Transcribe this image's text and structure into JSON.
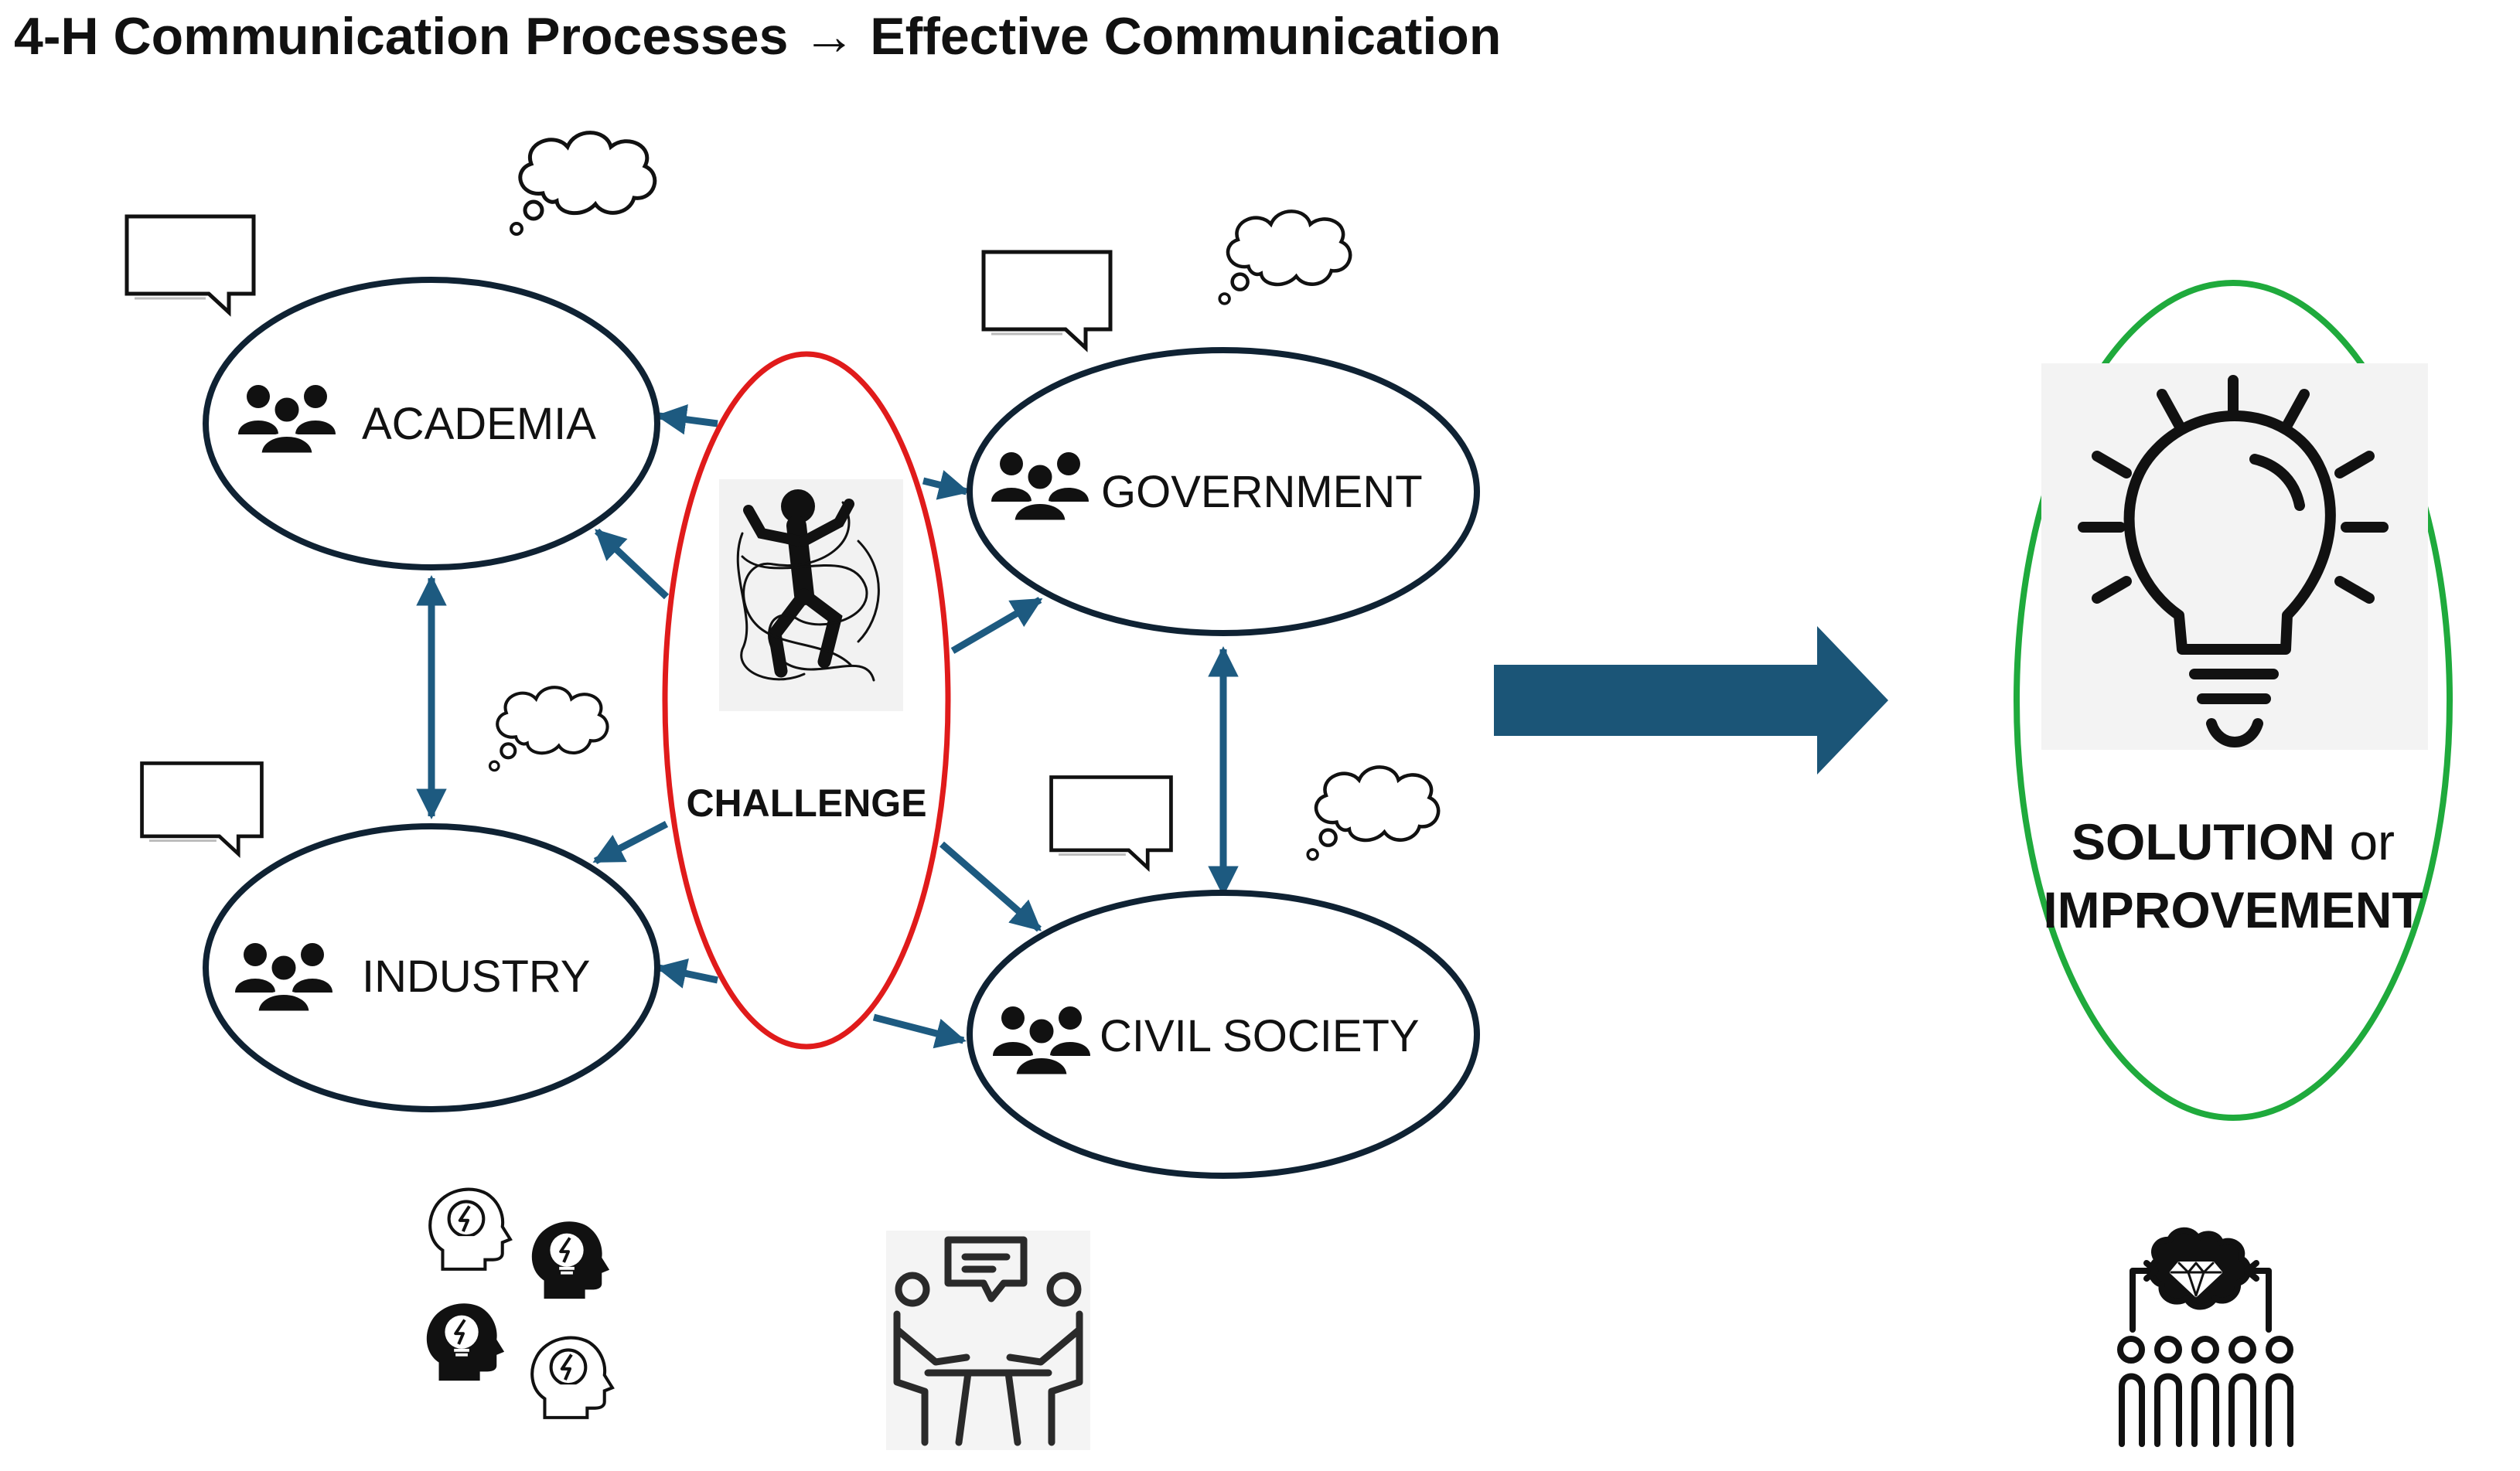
{
  "title": {
    "prefix": "4-H Communication Processes",
    "arrow": "→",
    "suffix": "Effective Communication"
  },
  "nodes": {
    "academia": "ACADEMIA",
    "government": "GOVERNMENT",
    "industry": "INDUSTRY",
    "civil_society": "CIVIL SOCIETY"
  },
  "challenge": "CHALLENGE",
  "solution": {
    "line1_bold": "SOLUTION",
    "line1_rest": " or",
    "line2": "IMPROVEMENT"
  },
  "colors": {
    "node_stroke": "#0f2233",
    "challenge_stroke": "#e01b1b",
    "solution_stroke": "#1faa3c",
    "arrow": "#1d5a80",
    "big_arrow": "#1b5577",
    "icon": "#111111"
  },
  "icons": [
    "group-icon",
    "speech-bubble-icon",
    "thought-cloud-icon",
    "tangled-person-icon",
    "lightbulb-icon",
    "head-idea-icon",
    "meeting-icon",
    "team-brain-icon"
  ]
}
